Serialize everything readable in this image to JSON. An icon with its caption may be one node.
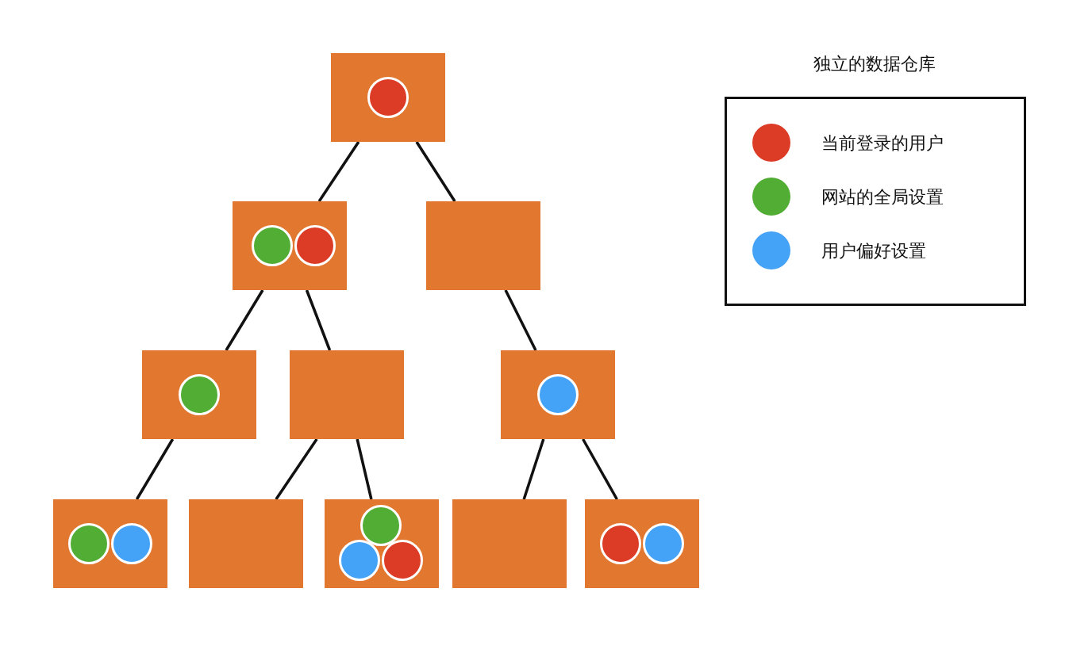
{
  "diagram": {
    "title": "独立的数据仓库",
    "nodes": [
      {
        "text": [],
        "shape": "box"
      },
      {
        "text": [],
        "shape": "circle",
        "in": 0
      },
      {
        "text": [],
        "shape": "box"
      },
      {
        "text": [],
        "shape": "circle",
        "in": 2
      },
      {
        "text": [],
        "shape": "circle",
        "in": 2
      },
      {
        "text": [],
        "shape": "box"
      },
      {
        "text": [],
        "shape": "box"
      },
      {
        "text": [],
        "shape": "circle",
        "in": 6
      },
      {
        "text": [],
        "shape": "box"
      },
      {
        "text": [],
        "shape": "box"
      },
      {
        "text": [],
        "shape": "circle",
        "in": 9
      },
      {
        "text": [],
        "shape": "box"
      },
      {
        "text": [],
        "shape": "circle",
        "in": 11
      },
      {
        "text": [],
        "shape": "circle",
        "in": 11
      },
      {
        "text": [],
        "shape": "box"
      },
      {
        "text": [],
        "shape": "box"
      },
      {
        "text": [],
        "shape": "circle",
        "in": 15
      },
      {
        "text": [],
        "shape": "circle",
        "in": 15
      },
      {
        "text": [],
        "shape": "circle",
        "in": 15
      },
      {
        "text": [],
        "shape": "box"
      },
      {
        "text": [],
        "shape": "box"
      },
      {
        "text": [],
        "shape": "circle",
        "in": 20
      },
      {
        "text": [],
        "shape": "circle",
        "in": 20
      }
    ],
    "edges": [
      {
        "from": 0,
        "to": 2,
        "arrow": "none"
      },
      {
        "from": 0,
        "to": 5,
        "arrow": "none"
      },
      {
        "from": 2,
        "to": 6,
        "arrow": "none"
      },
      {
        "from": 2,
        "to": 8,
        "arrow": "none"
      },
      {
        "from": 5,
        "to": 9,
        "arrow": "none"
      },
      {
        "from": 6,
        "to": 11,
        "arrow": "none"
      },
      {
        "from": 8,
        "to": 14,
        "arrow": "none"
      },
      {
        "from": 8,
        "to": 15,
        "arrow": "none"
      },
      {
        "from": 9,
        "to": 19,
        "arrow": "none"
      },
      {
        "from": 9,
        "to": 20,
        "arrow": "none"
      }
    ],
    "legend": [
      {
        "text": "当前登录的用户",
        "color": "#dc3b26"
      },
      {
        "text": "网站的全局设置",
        "color": "#52ad35"
      },
      {
        "text": "用户偏好设置",
        "color": "#45a3f7"
      }
    ]
  }
}
